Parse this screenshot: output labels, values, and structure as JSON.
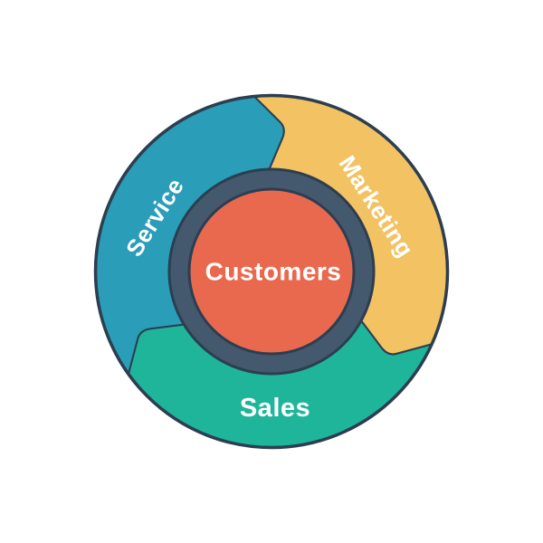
{
  "diagram": {
    "type": "flywheel",
    "rotation": "clockwise",
    "center_label": "Customers",
    "segments": [
      {
        "id": "service",
        "label": "Service"
      },
      {
        "id": "marketing",
        "label": "Marketing"
      },
      {
        "id": "sales",
        "label": "Sales"
      }
    ],
    "colors": {
      "service": "#2A9DB8",
      "marketing": "#F2C263",
      "sales": "#1FB59B",
      "center": "#E9694F",
      "ring": "#44596E",
      "outline": "#2C3E50",
      "label_text": "#FFFFFF",
      "background": "#FFFFFF"
    }
  }
}
